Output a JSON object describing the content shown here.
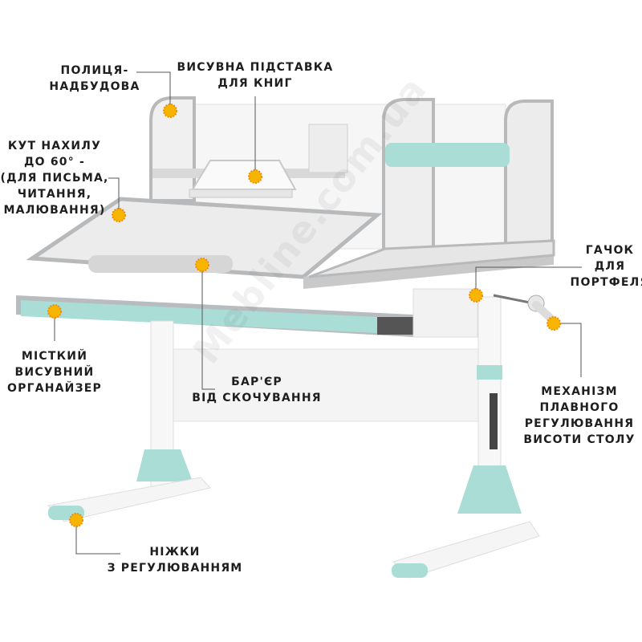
{
  "watermark": "Mebline.com.ua",
  "colors": {
    "accent_mint": "#a9ddd6",
    "frame_grey": "#b7b9bb",
    "marker": "#f7b500",
    "text": "#1e1e1e"
  },
  "labels": {
    "shelf": [
      "ПОЛИЦЯ-",
      "НАДБУДОВА"
    ],
    "book_stand": [
      "ВИСУВНА ПІДСТАВКА",
      "ДЛЯ КНИГ"
    ],
    "tilt": [
      "КУТ НАХИЛУ",
      "ДО 60° -",
      "(ДЛЯ ПИСЬМА,",
      "ЧИТАННЯ,",
      "МАЛЮВАННЯ)"
    ],
    "hook": [
      "ГАЧОК",
      "ДЛЯ",
      "ПОРТФЕЛЯ"
    ],
    "mechanism": [
      "МЕХАНІЗМ",
      "ПЛАВНОГО",
      "РЕГУЛЮВАННЯ",
      "ВИСОТИ СТОЛУ"
    ],
    "organizer": [
      "МІСТКИЙ",
      "ВИСУВНИЙ",
      "ОРГАНАЙЗЕР"
    ],
    "barrier": [
      "БАР'ЄР",
      "ВІД СКОЧУВАННЯ"
    ],
    "legs": [
      "НІЖКИ",
      "З РЕГУЛЮВАННЯМ"
    ]
  }
}
